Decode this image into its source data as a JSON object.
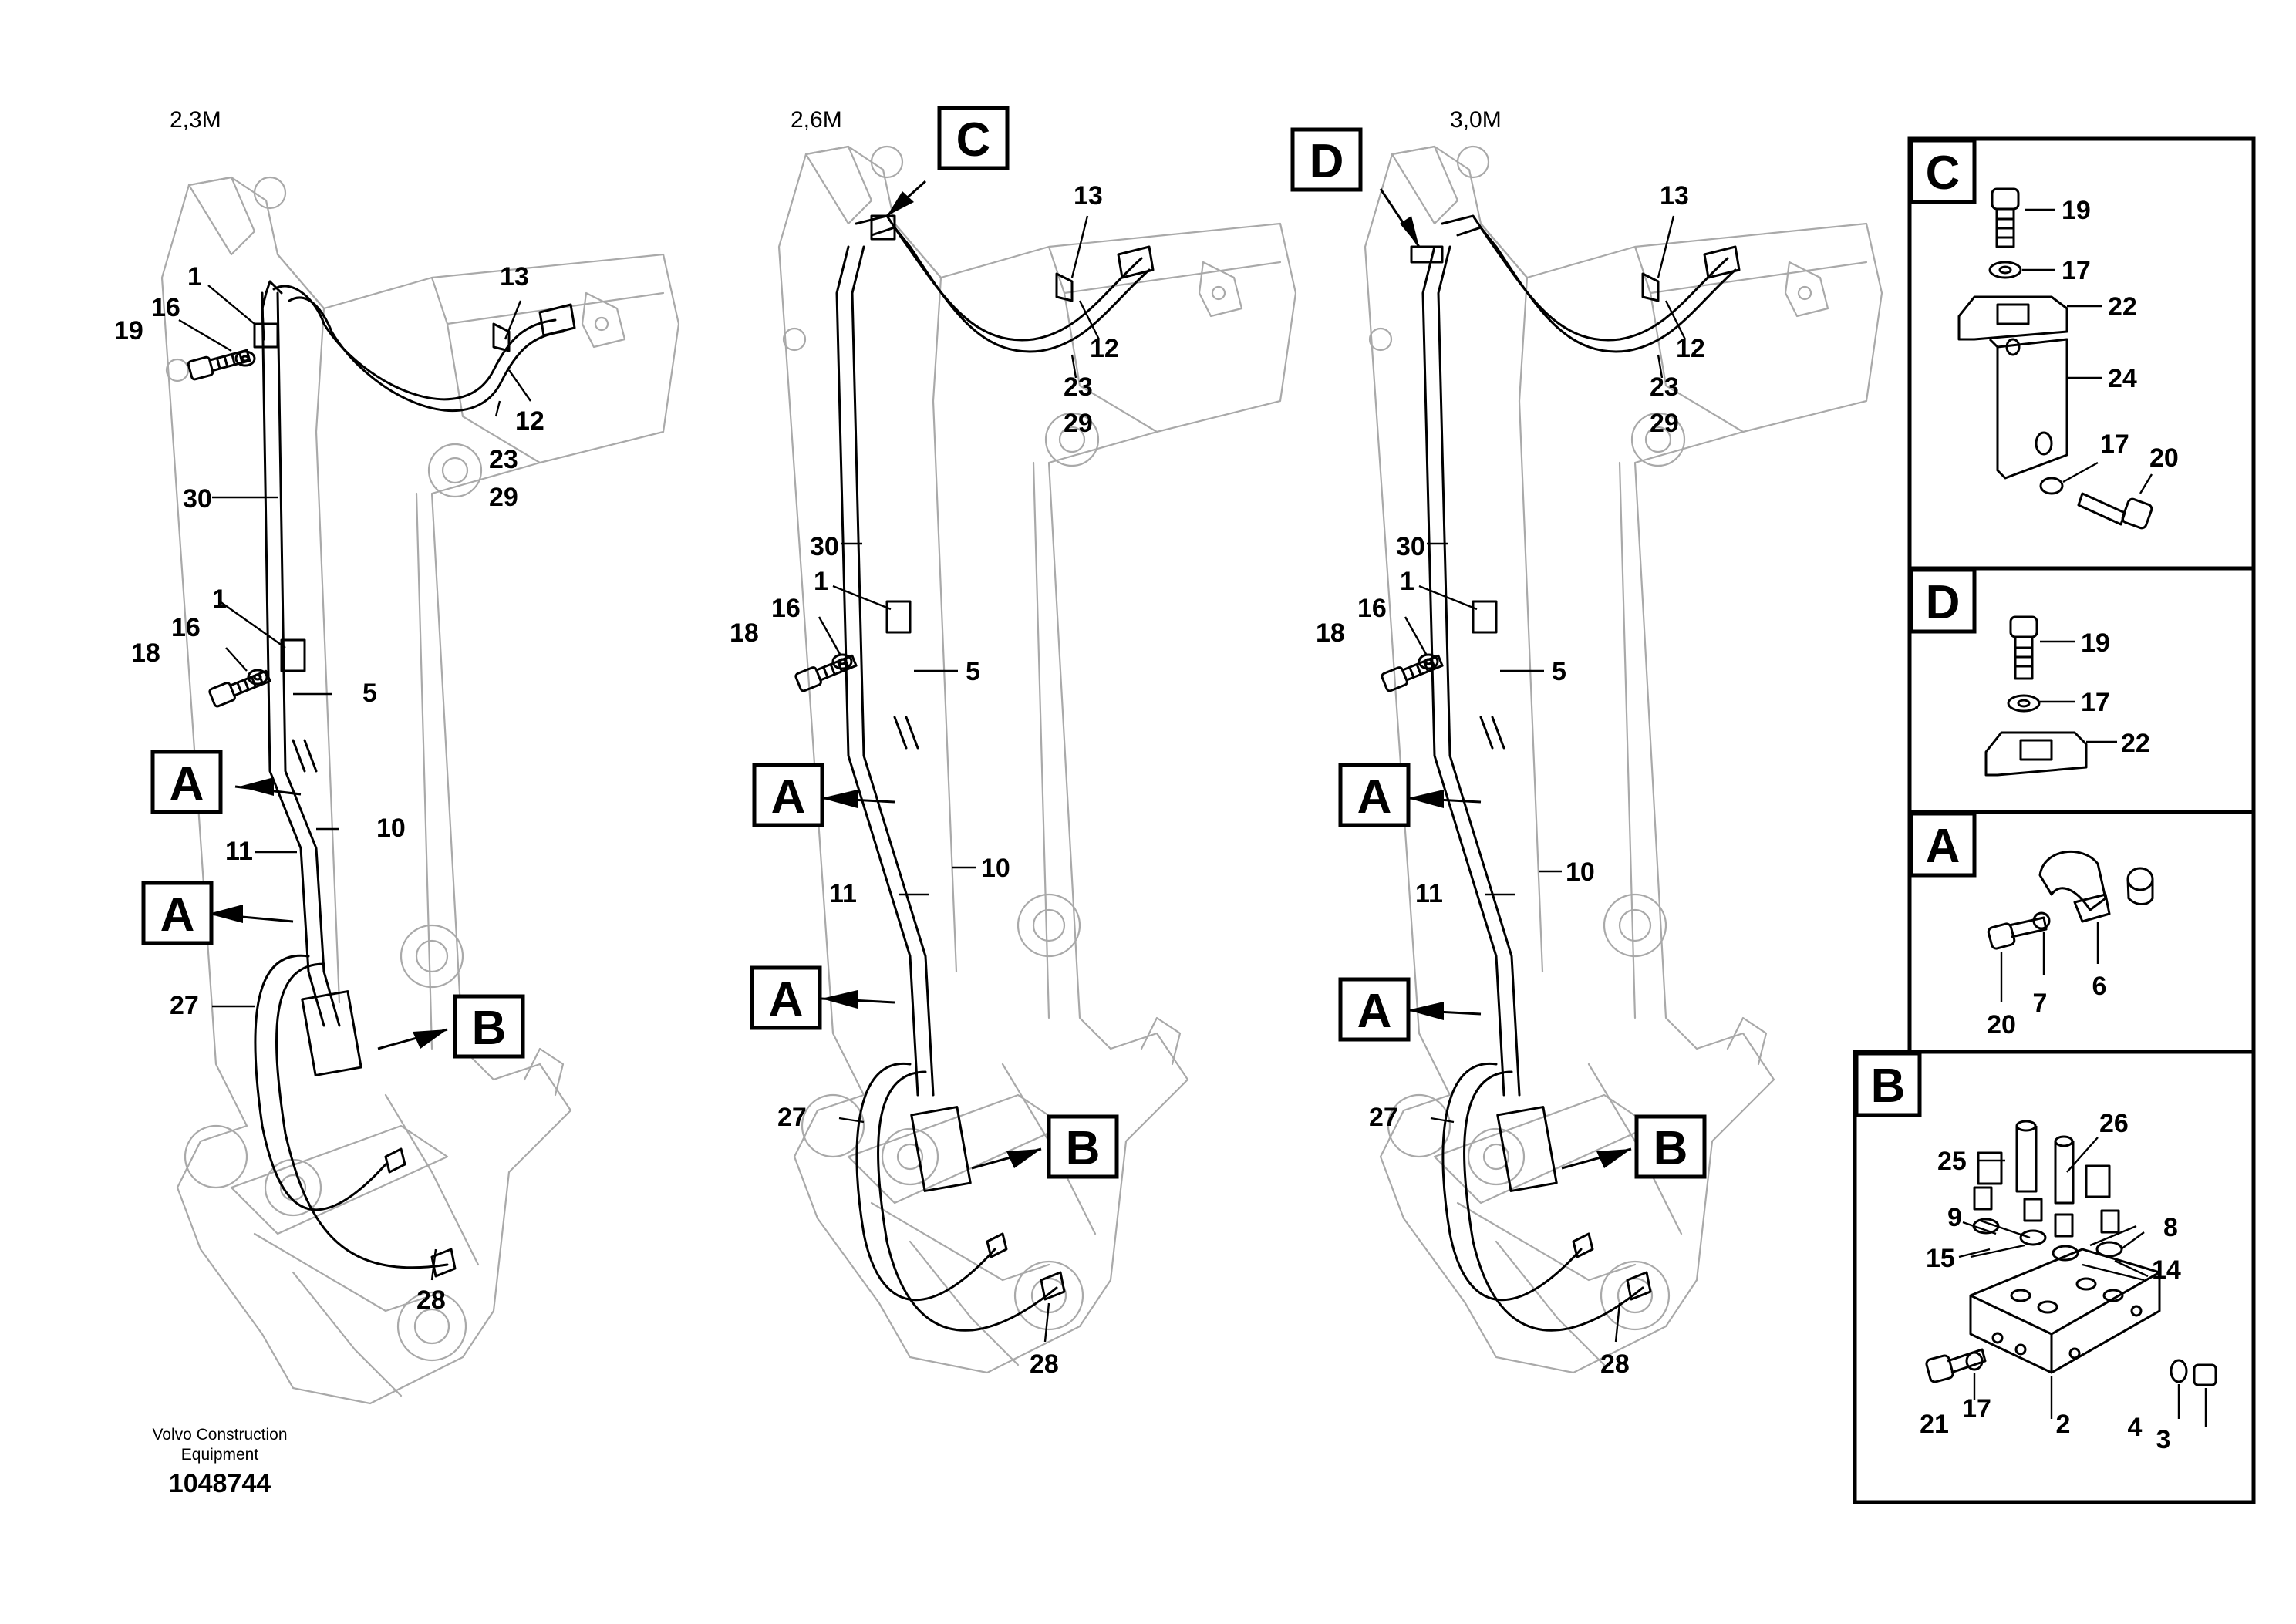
{
  "variants": [
    {
      "id": "v1",
      "label": "2,3M"
    },
    {
      "id": "v2",
      "label": "2,6M"
    },
    {
      "id": "v3",
      "label": "3,0M"
    }
  ],
  "callouts": {
    "c1": "1",
    "c2": "2",
    "c3": "3",
    "c4": "4",
    "c5": "5",
    "c6": "6",
    "c7": "7",
    "c8": "8",
    "c9": "9",
    "c10": "10",
    "c11": "11",
    "c12": "12",
    "c13": "13",
    "c14": "14",
    "c15": "15",
    "c16": "16",
    "c17": "17",
    "c18": "18",
    "c19": "19",
    "c20": "20",
    "c21": "21",
    "c22": "22",
    "c23": "23",
    "c24": "24",
    "c25": "25",
    "c26": "26",
    "c27": "27",
    "c28": "28",
    "c29": "29",
    "c30": "30"
  },
  "detail_tags": {
    "A": "A",
    "B": "B",
    "C": "C",
    "D": "D"
  },
  "footer": {
    "company_line1": "Volvo Construction",
    "company_line2": "Equipment",
    "drawing_number": "1048744"
  }
}
